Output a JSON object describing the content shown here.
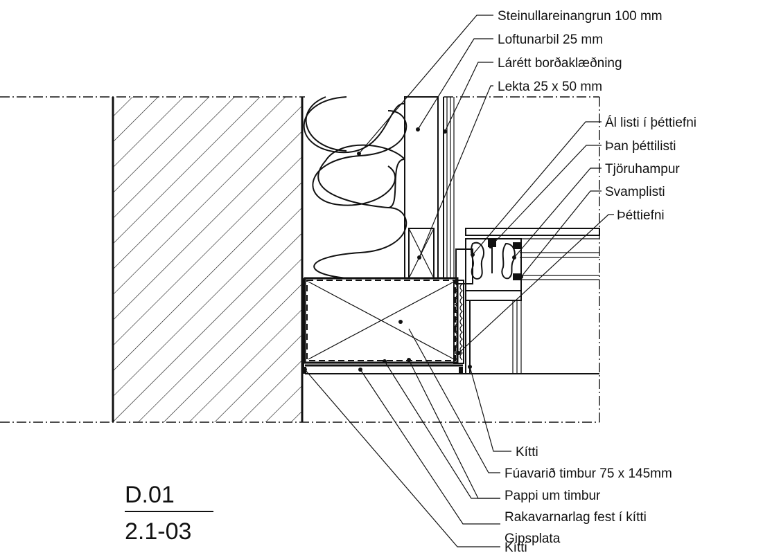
{
  "labels_top": [
    "Steinullareinangrun 100 mm",
    "Loftunarbil 25 mm",
    "Lárétt borðaklæðning",
    "Lekta 25 x 50 mm"
  ],
  "labels_right": [
    "Ál listi í þéttiefni",
    "Þan þéttilisti",
    "Tjöruhampur",
    "Svamplisti",
    "Þéttiefni"
  ],
  "labels_bottom": [
    "Kítti",
    "Fúavarið timbur 75 x 145mm",
    "Pappi um timbur",
    "Rakavarnarlag fest í kítti",
    "Gipsplata",
    "Kítti"
  ],
  "detail_reference": {
    "number": "D.01",
    "sheet": "2.1-03"
  }
}
